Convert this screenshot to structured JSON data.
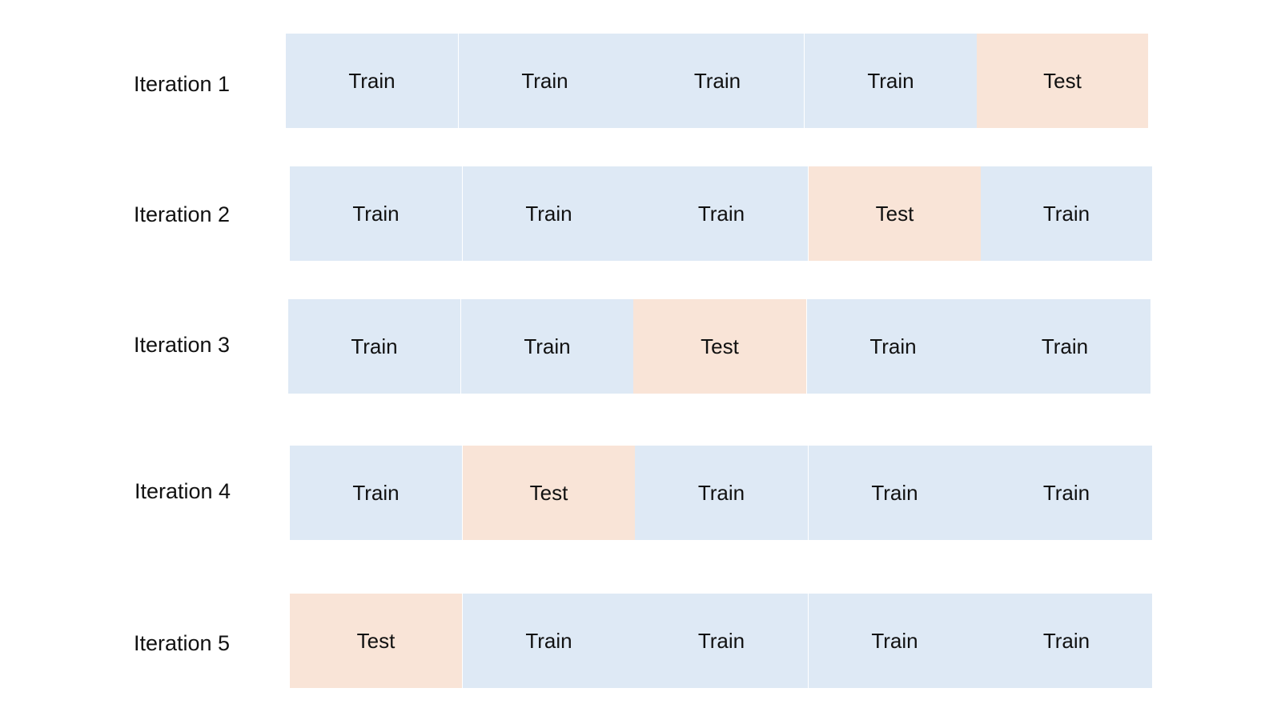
{
  "colors": {
    "train": "#dee9f5",
    "test": "#f9e4d7",
    "text": "#111111",
    "background": "#ffffff"
  },
  "iterations": [
    {
      "label": "Iteration 1",
      "folds": [
        {
          "kind": "train",
          "text": "Train"
        },
        {
          "kind": "train",
          "text": "Train"
        },
        {
          "kind": "train",
          "text": "Train"
        },
        {
          "kind": "train",
          "text": "Train"
        },
        {
          "kind": "test",
          "text": "Test"
        }
      ]
    },
    {
      "label": "Iteration 2",
      "folds": [
        {
          "kind": "train",
          "text": "Train"
        },
        {
          "kind": "train",
          "text": "Train"
        },
        {
          "kind": "train",
          "text": "Train"
        },
        {
          "kind": "test",
          "text": "Test"
        },
        {
          "kind": "train",
          "text": "Train"
        }
      ]
    },
    {
      "label": "Iteration 3",
      "folds": [
        {
          "kind": "train",
          "text": "Train"
        },
        {
          "kind": "train",
          "text": "Train"
        },
        {
          "kind": "test",
          "text": "Test"
        },
        {
          "kind": "train",
          "text": "Train"
        },
        {
          "kind": "train",
          "text": "Train"
        }
      ]
    },
    {
      "label": "Iteration 4",
      "folds": [
        {
          "kind": "train",
          "text": "Train"
        },
        {
          "kind": "test",
          "text": "Test"
        },
        {
          "kind": "train",
          "text": "Train"
        },
        {
          "kind": "train",
          "text": "Train"
        },
        {
          "kind": "train",
          "text": "Train"
        }
      ]
    },
    {
      "label": "Iteration 5",
      "folds": [
        {
          "kind": "test",
          "text": "Test"
        },
        {
          "kind": "train",
          "text": "Train"
        },
        {
          "kind": "train",
          "text": "Train"
        },
        {
          "kind": "train",
          "text": "Train"
        },
        {
          "kind": "train",
          "text": "Train"
        }
      ]
    }
  ]
}
